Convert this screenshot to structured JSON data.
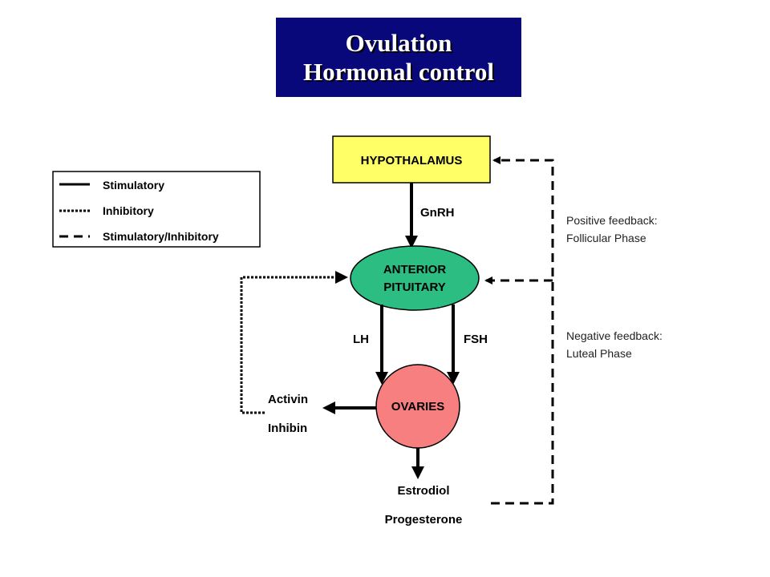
{
  "title": {
    "line1": "Ovulation",
    "line2": "Hormonal control"
  },
  "legend": {
    "items": [
      {
        "style": "solid",
        "label": "Stimulatory"
      },
      {
        "style": "dotted",
        "label": "Inhibitory"
      },
      {
        "style": "dashed",
        "label": "Stimulatory/Inhibitory"
      }
    ]
  },
  "nodes": {
    "hypothalamus": "HYPOTHALAMUS",
    "pituitary_line1": "ANTERIOR",
    "pituitary_line2": "PITUITARY",
    "ovaries": "OVARIES"
  },
  "hormones": {
    "gnrh": "GnRH",
    "lh": "LH",
    "fsh": "FSH",
    "activin": "Activin",
    "inhibin": "Inhibin",
    "estradiol": "Estrodiol",
    "progesterone": "Progesterone"
  },
  "feedback": {
    "positive_line1": "Positive feedback:",
    "positive_line2": "Follicular Phase",
    "negative_line1": "Negative feedback:",
    "negative_line2": "Luteal Phase"
  },
  "colors": {
    "title_bg": "#08087a",
    "hypothalamus_fill": "#ffff66",
    "pituitary_fill": "#2bbd82",
    "ovaries_fill": "#f77f7f"
  }
}
